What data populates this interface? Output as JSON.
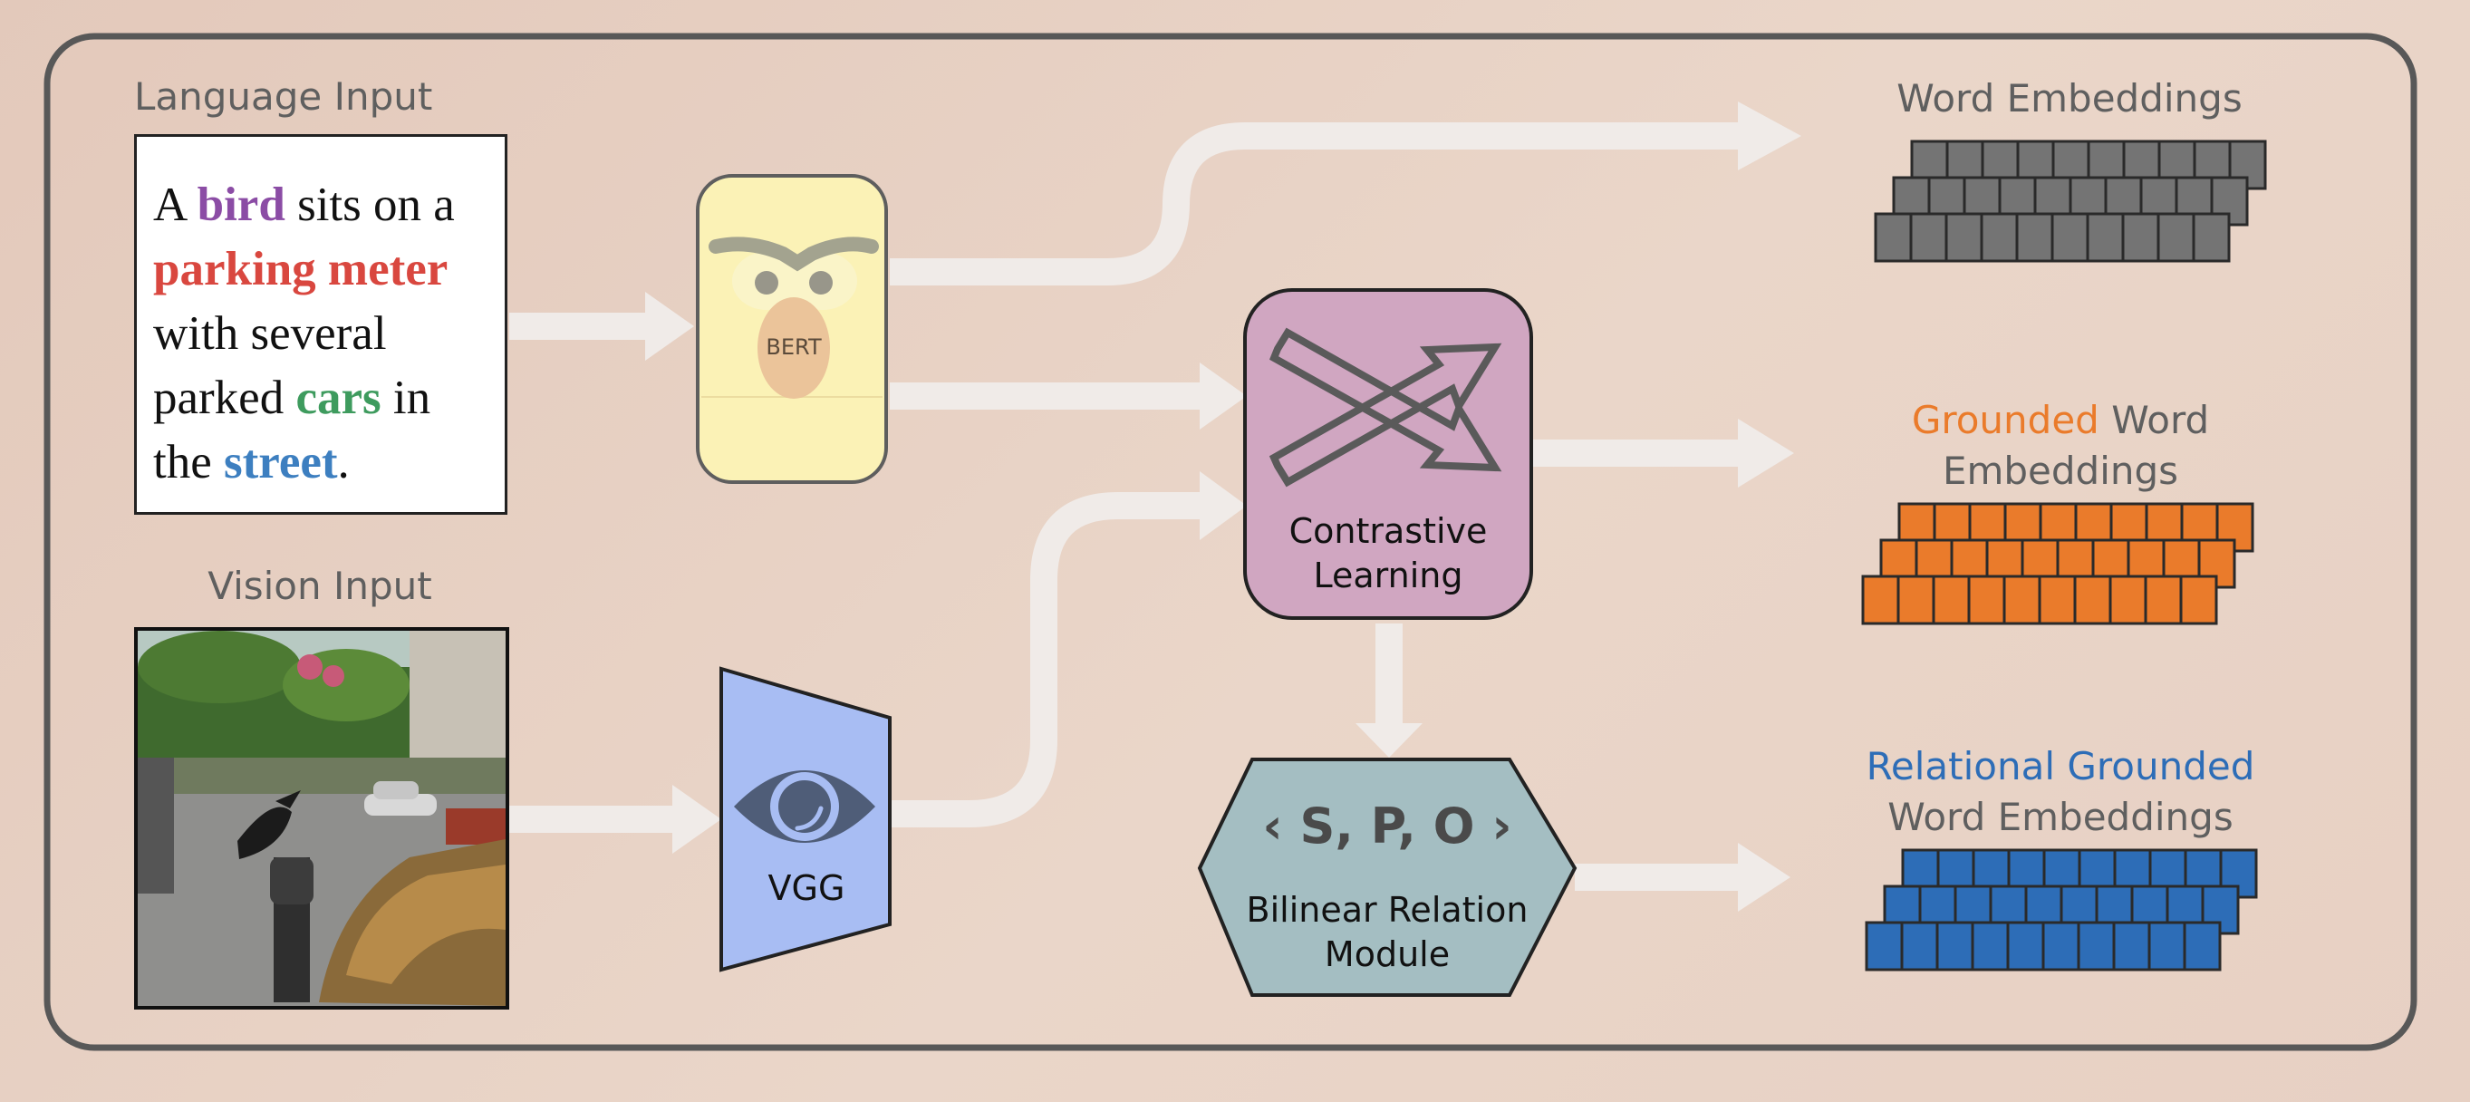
{
  "language_input": {
    "label": "Language Input",
    "sentence": {
      "w1": "A",
      "bird": "bird",
      "w2": " sits on a",
      "parking_meter": "parking meter",
      "w3": "with several",
      "w4": "parked ",
      "cars": "cars",
      "w5": " in",
      "w6": "the ",
      "street": "street",
      "w7": "."
    }
  },
  "vision_input": {
    "label": "Vision Input"
  },
  "bert": {
    "label": "BERT"
  },
  "vgg": {
    "label": "VGG"
  },
  "contrastive": {
    "line1": "Contrastive",
    "line2": "Learning"
  },
  "relation_module": {
    "symbol": "‹ S, P, O ›",
    "line1": "Bilinear Relation",
    "line2": "Module"
  },
  "outputs": {
    "word": {
      "label": "Word Embeddings",
      "color": "#747474"
    },
    "grounded": {
      "highlight": "Grounded",
      "rest": " Word",
      "line2": "Embeddings",
      "color": "#ea7b2b"
    },
    "relational": {
      "line1": "Relational Grounded",
      "line2": "Word Embeddings",
      "color": "#2d6db7"
    }
  },
  "colors": {
    "frame": "#585858",
    "arrow": "#f0ebe8",
    "bert_fill": "#fbf2b6",
    "vgg_fill": "#a8bdf3",
    "contrastive_fill": "#d0a6c1",
    "relation_fill": "#a4bec2"
  }
}
